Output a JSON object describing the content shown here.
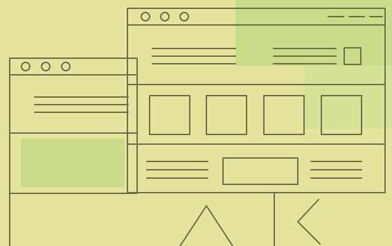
{
  "colors": {
    "background": "#e4e49c",
    "background_light": "#e9e9a8",
    "accent_green": "#cbdc88",
    "accent_green_light": "#d6e296",
    "line": "#6e6e4e"
  },
  "back_window": {
    "title_bar_controls": [
      "circle",
      "circle",
      "circle"
    ],
    "text_lines": 3,
    "highlighted_panel": true
  },
  "front_window": {
    "title_bar_controls": [
      "circle",
      "circle",
      "circle"
    ],
    "title_bar_dashes": 3,
    "header": {
      "left_text_lines": 3,
      "right_text_lines": 3,
      "checkbox": true
    },
    "card_row": {
      "cards": 4
    },
    "footer": {
      "left_text_lines": 3,
      "center_button": true,
      "right_text_lines": 3
    }
  },
  "bottom_panel": {
    "icons": [
      "triangle-icon",
      "chevron-left-icon"
    ]
  }
}
